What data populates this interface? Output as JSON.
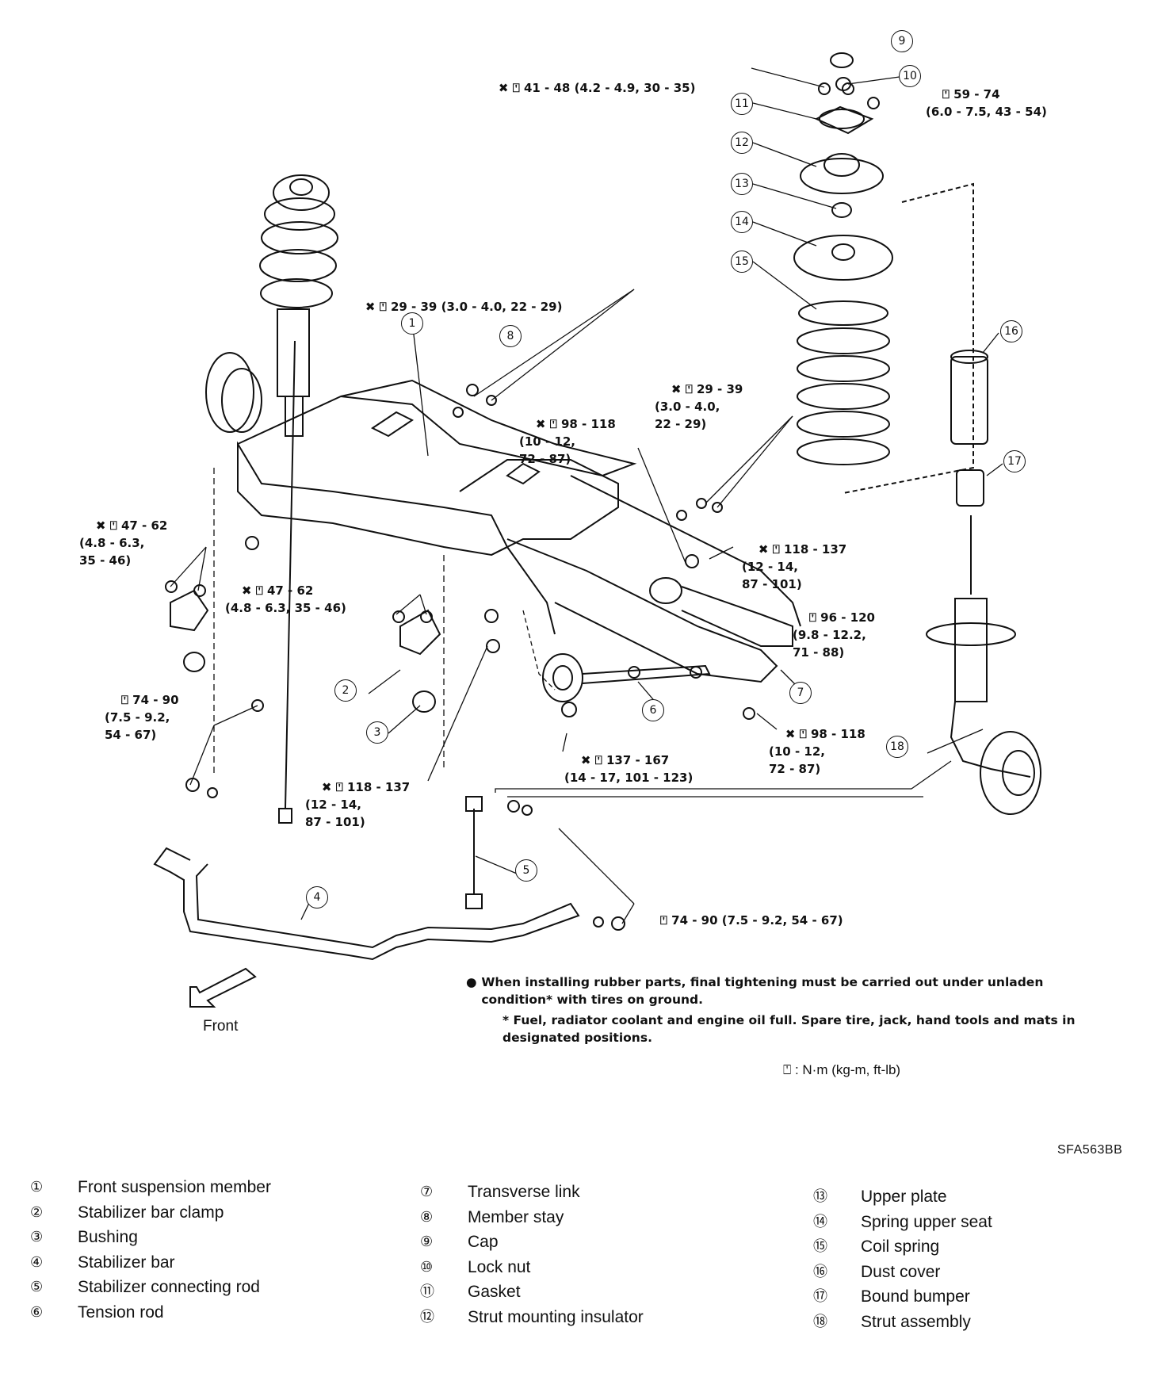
{
  "title_code": "SFA563BB",
  "front_label": "Front",
  "units_note": ": N·m (kg-m, ft-lb)",
  "note": {
    "bullet": "When installing rubber parts, final tightening must be carried out under unladen condition* with tires on ground.",
    "footnote": "* Fuel, radiator coolant and engine oil full. Spare tire, jack, hand tools and mats in designated positions."
  },
  "callouts": [
    "1",
    "2",
    "3",
    "4",
    "5",
    "6",
    "7",
    "8",
    "9",
    "10",
    "11",
    "12",
    "13",
    "14",
    "15",
    "16",
    "17",
    "18"
  ],
  "torques": {
    "t1": "41 - 48 (4.2 - 4.9, 30 - 35)",
    "t2": "59 - 74\n(6.0 - 7.5, 43 - 54)",
    "t3": "29 - 39 (3.0 - 4.0, 22 - 29)",
    "t4": "29 - 39\n(3.0 - 4.0,\n22 - 29)",
    "t5": "98 - 118\n(10 - 12,\n72 - 87)",
    "t6": "47 - 62\n(4.8 - 6.3,\n35 - 46)",
    "t7": "47 - 62\n(4.8 - 6.3, 35 - 46)",
    "t8": "118 - 137\n(12 - 14,\n87 - 101)",
    "t9": "96 - 120\n(9.8 - 12.2,\n71 - 88)",
    "t10": "74 - 90\n(7.5 - 9.2,\n54 - 67)",
    "t11": "98 - 118\n(10 - 12,\n72 - 87)",
    "t12": "137 - 167\n(14 - 17, 101 - 123)",
    "t13": "118 - 137\n(12 - 14,\n87 - 101)",
    "t14": "74 - 90 (7.5 - 9.2, 54 - 67)"
  },
  "legend": {
    "col1": [
      {
        "num": "①",
        "label": "Front suspension member"
      },
      {
        "num": "②",
        "label": "Stabilizer bar clamp"
      },
      {
        "num": "③",
        "label": "Bushing"
      },
      {
        "num": "④",
        "label": "Stabilizer bar"
      },
      {
        "num": "⑤",
        "label": "Stabilizer connecting rod"
      },
      {
        "num": "⑥",
        "label": "Tension rod"
      }
    ],
    "col2": [
      {
        "num": "⑦",
        "label": "Transverse link"
      },
      {
        "num": "⑧",
        "label": "Member stay"
      },
      {
        "num": "⑨",
        "label": "Cap"
      },
      {
        "num": "⑩",
        "label": "Lock nut"
      },
      {
        "num": "⑪",
        "label": "Gasket"
      },
      {
        "num": "⑫",
        "label": "Strut mounting insulator"
      }
    ],
    "col3": [
      {
        "num": "⑬",
        "label": "Upper plate"
      },
      {
        "num": "⑭",
        "label": "Spring upper seat"
      },
      {
        "num": "⑮",
        "label": "Coil spring"
      },
      {
        "num": "⑯",
        "label": "Dust cover"
      },
      {
        "num": "⑰",
        "label": "Bound bumper"
      },
      {
        "num": "⑱",
        "label": "Strut assembly"
      }
    ]
  }
}
